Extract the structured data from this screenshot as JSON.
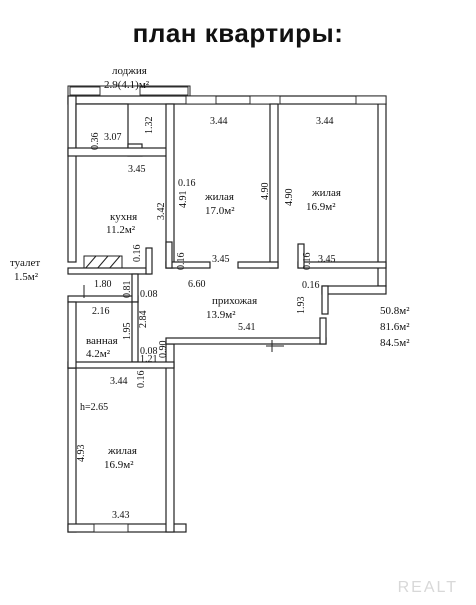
{
  "title": "план квартиры:",
  "rooms": {
    "loggia": {
      "name": "лоджия",
      "area": "2.9(4.1)м²"
    },
    "living1": {
      "name": "жилая",
      "area": "17.0м²"
    },
    "living2": {
      "name": "жилая",
      "area": "16.9м²"
    },
    "kitchen": {
      "name": "кухня",
      "area": "11.2м²"
    },
    "toilet": {
      "name": "туалет",
      "area": "1.5м²"
    },
    "hall": {
      "name": "прихожая",
      "area": "13.9м²"
    },
    "bath": {
      "name": "ванная",
      "area": "4.2м²"
    },
    "living3": {
      "name": "жилая",
      "area": "16.9м²"
    }
  },
  "dimensions": {
    "d_036": "0.36",
    "d_307": "3.07",
    "d_132": "1.32",
    "d_344_top1": "3.44",
    "d_344_top2": "3.44",
    "d_345_kitchen": "3.45",
    "d_016_a": "0.16",
    "d_491": "4.91",
    "d_490_a": "4.90",
    "d_490_b": "4.90",
    "d_342": "3.42",
    "d_016_b": "0.16",
    "d_016_c": "0.16",
    "d_345_mid": "3.45",
    "d_016_d": "0.16",
    "d_345_right": "3.45",
    "d_180": "1.80",
    "d_081": "0.81",
    "d_008_a": "0.08",
    "d_660": "6.60",
    "d_016_e": "0.16",
    "d_216": "2.16",
    "d_284": "2.84",
    "d_195": "1.95",
    "d_193": "1.93",
    "d_541": "5.41",
    "d_008_b": "0.08",
    "d_121": "1.21",
    "d_090": "0.90",
    "d_344_bottom": "3.44",
    "d_016_f": "0.16",
    "ceiling": "h=2.65",
    "d_493": "4.93",
    "d_343": "3.43"
  },
  "areas_total": [
    "50.8м²",
    "81.6м²",
    "84.5м²"
  ],
  "watermark": "REALT"
}
